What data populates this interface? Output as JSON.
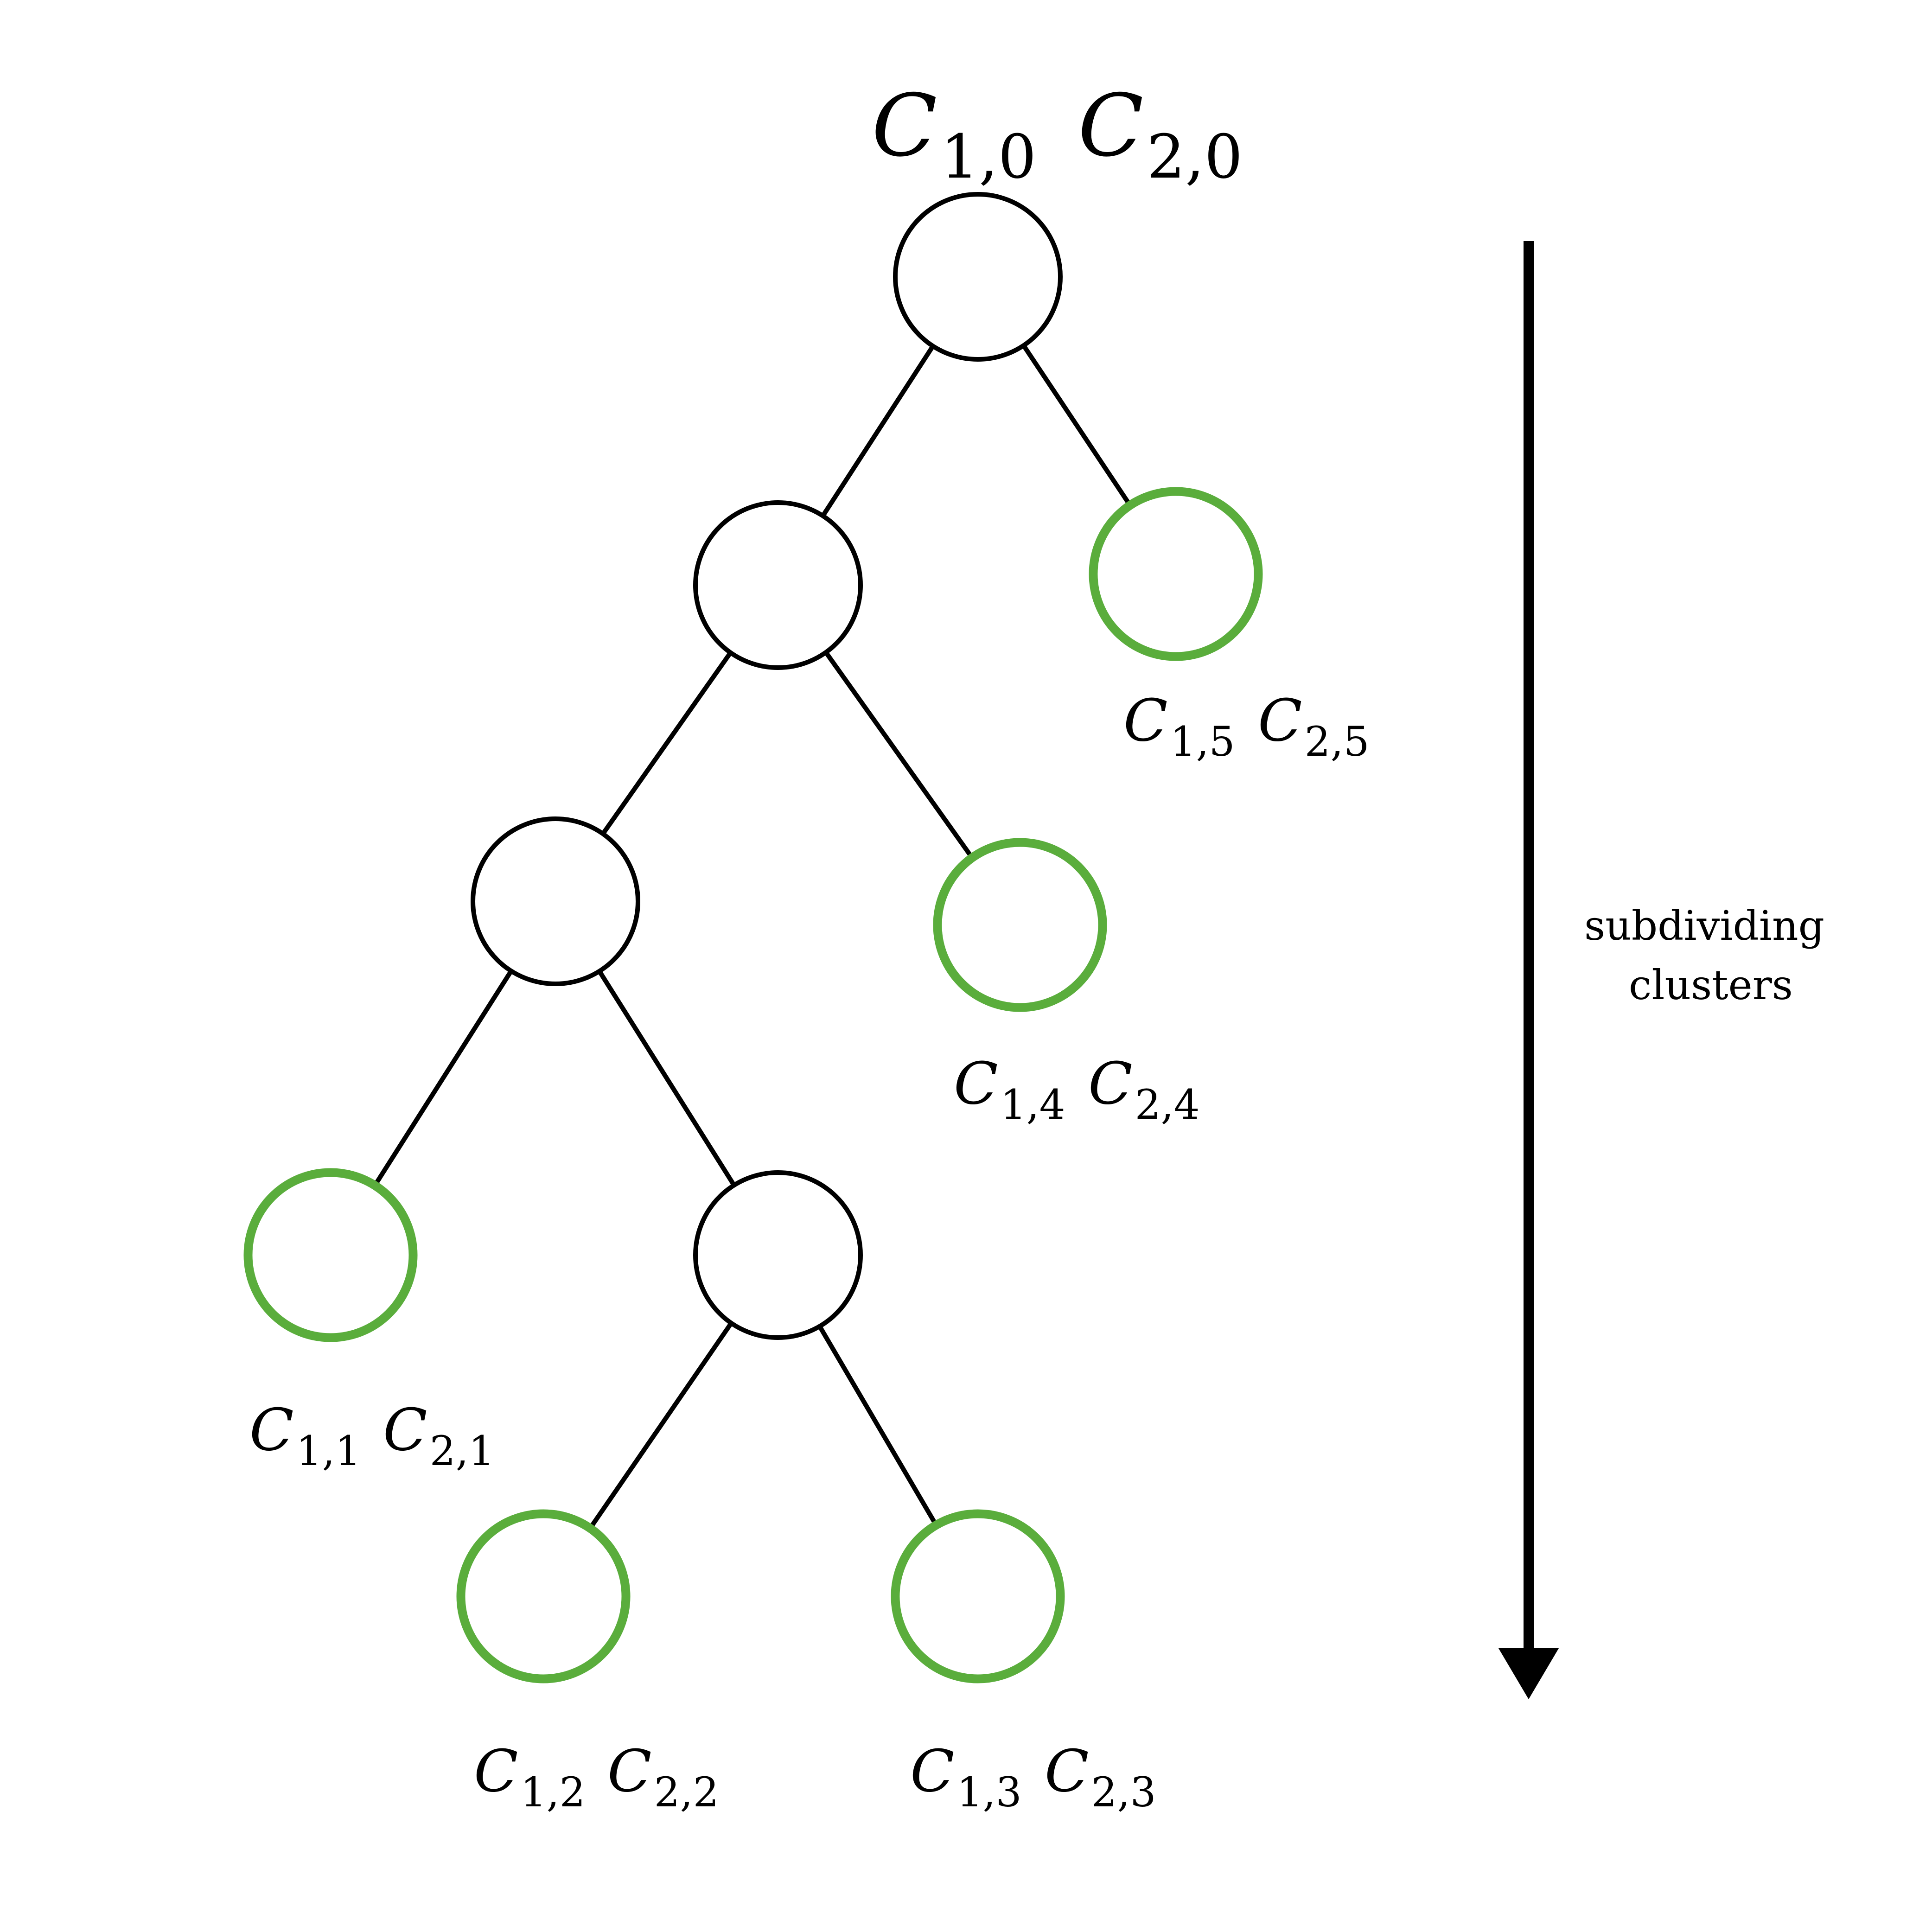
{
  "tree": {
    "root": {
      "labels": [
        "C1,0",
        "C2,0"
      ],
      "children": [
        {
          "children": [
            {
              "children": [
                {
                  "leaf": true,
                  "labels": [
                    "C1,1",
                    "C2,1"
                  ]
                },
                {
                  "children": [
                    {
                      "leaf": true,
                      "labels": [
                        "C1,2",
                        "C2,2"
                      ]
                    },
                    {
                      "leaf": true,
                      "labels": [
                        "C1,3",
                        "C2,3"
                      ]
                    }
                  ]
                }
              ]
            },
            {
              "leaf": true,
              "labels": [
                "C1,4",
                "C2,4"
              ]
            }
          ]
        },
        {
          "leaf": true,
          "labels": [
            "C1,5",
            "C2,5"
          ]
        }
      ]
    }
  },
  "arrow": {
    "direction": "down",
    "label_lines": [
      "subdividing",
      "clusters"
    ]
  },
  "colors": {
    "internal_node_stroke": "#000000",
    "leaf_node_stroke": "#5aad3c",
    "edge": "#000000",
    "arrow": "#000000"
  }
}
